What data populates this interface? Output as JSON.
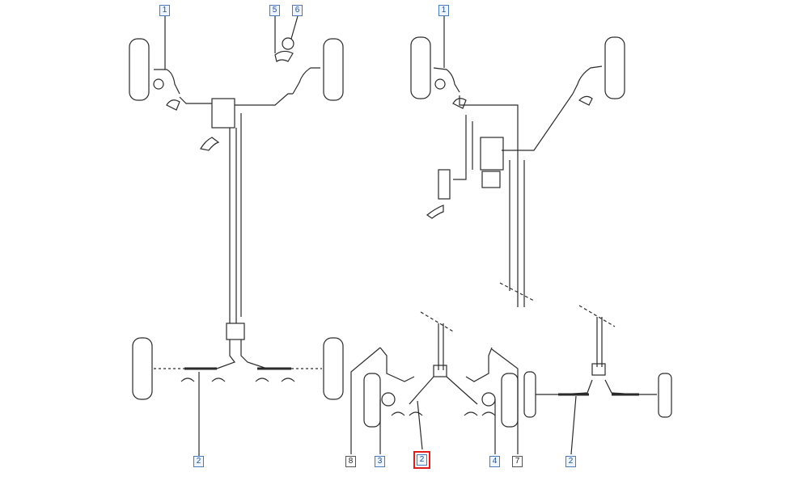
{
  "callouts": {
    "c1a": "1",
    "c5": "5",
    "c6": "6",
    "c1b": "1",
    "c2a": "2",
    "c8": "8",
    "c3": "3",
    "c2b": "2",
    "c4": "4",
    "c7": "7",
    "c2c": "2"
  },
  "colors": {
    "line": "#2a2a2a",
    "callout_border": "#4a7ab8",
    "callout_fill": "#eef4fb",
    "callout_text": "#1f4f96",
    "highlight": "#e01b1b"
  }
}
